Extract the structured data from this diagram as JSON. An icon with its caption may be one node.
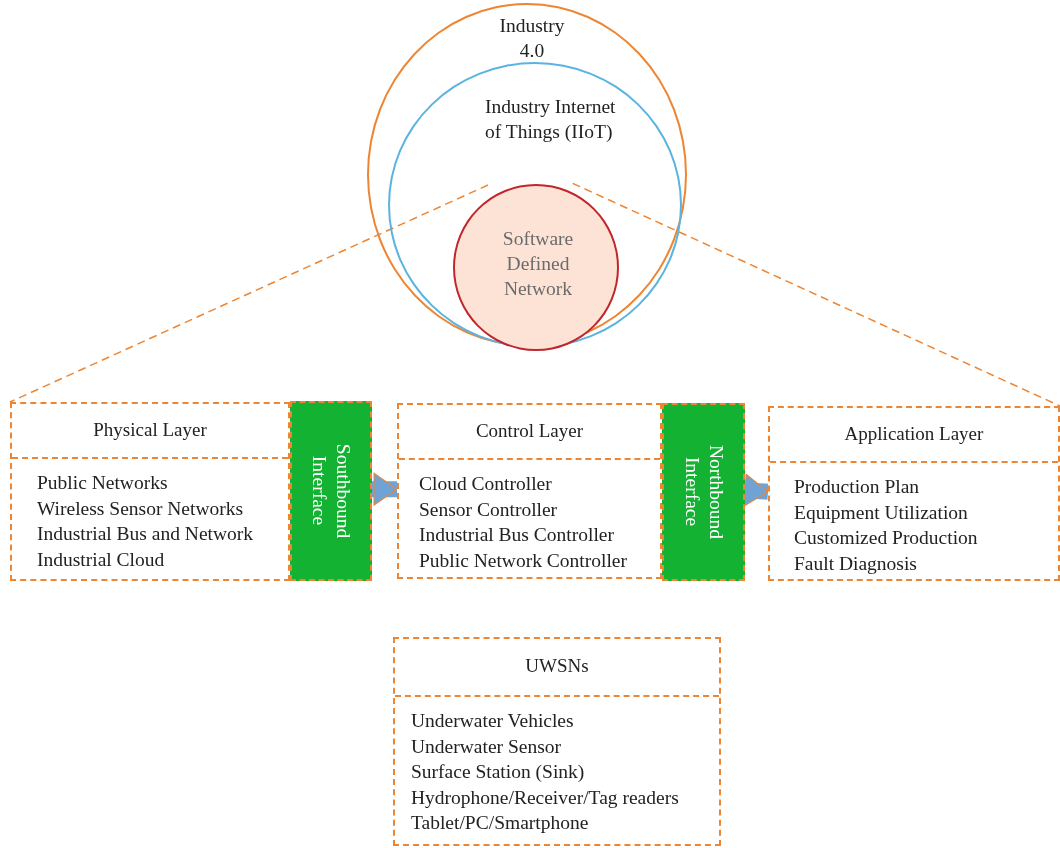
{
  "diagram": {
    "nodes": [
      {
        "text": [
          "Industry 4.0"
        ]
      },
      {
        "text": [
          "Industry Internet of Things (IIoT)"
        ],
        "in": 0
      },
      {
        "text": [
          "Software Defined Network"
        ],
        "in": 1
      },
      {
        "text": [
          "Physical Layer",
          "Public Networks",
          "Wireless Sensor Networks",
          "Industrial Bus and Network",
          "Industrial Cloud"
        ]
      },
      {
        "text": [
          "Southbound Interface"
        ]
      },
      {
        "text": [
          "Control Layer",
          "Cloud Controller",
          "Sensor Controller",
          "Industrial Bus Controller",
          "Public Network Controller"
        ]
      },
      {
        "text": [
          "Northbound Interface"
        ]
      },
      {
        "text": [
          "Application Layer",
          "Production Plan",
          "Equipment Utilization",
          "Customized Production",
          "Fault Diagnosis"
        ]
      },
      {
        "text": [
          "UWSNs",
          "Underwater Vehicles",
          "Underwater Sensor",
          "Surface Station (Sink)",
          "Hydrophone/Receiver/Tag readers",
          "Tablet/PC/Smartphone"
        ]
      }
    ],
    "edges": [
      {
        "from": 2,
        "to": 3,
        "arrow": "none",
        "style": "dashed",
        "color": "#ee8532"
      },
      {
        "from": 2,
        "to": 7,
        "arrow": "none",
        "style": "dashed",
        "color": "#ee8532"
      },
      {
        "from": 4,
        "to": 5,
        "arrow": "to",
        "style": "thick",
        "color": "#6fa3d6"
      },
      {
        "from": 6,
        "to": 7,
        "arrow": "to",
        "style": "thick",
        "color": "#6fa3d6"
      }
    ]
  }
}
